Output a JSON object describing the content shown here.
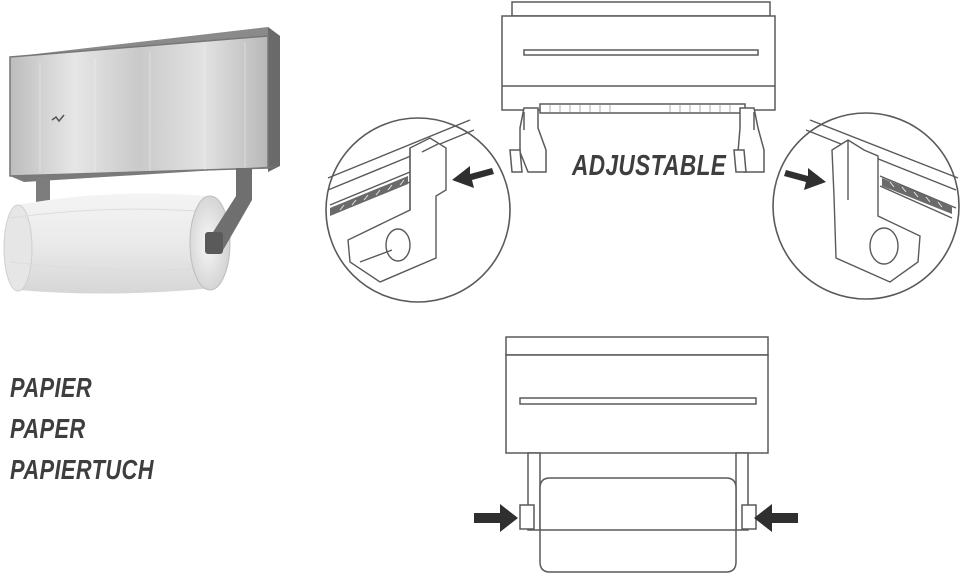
{
  "labels": {
    "adjustable": "ADJUSTABLE",
    "paper_names": [
      "PAPIER",
      "PAPER",
      "PAPIERTUCH"
    ]
  },
  "colors": {
    "ink": "#3e3e3e",
    "line": "#5a5a5a",
    "steel_light": "#d9d9d9",
    "steel_dark": "#6f6f6f",
    "frame": "#7b7b7b"
  }
}
